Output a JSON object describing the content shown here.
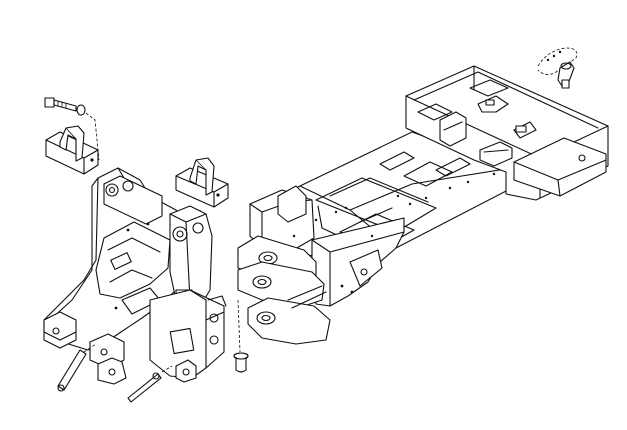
{
  "figure": {
    "kind": "exploded-view line drawing",
    "background": "#ffffff",
    "line_color": "#111111"
  },
  "parts": [
    {
      "id": "bolt",
      "icon": "bolt-icon"
    },
    {
      "id": "upper-bracket-left",
      "icon": "bracket-icon"
    },
    {
      "id": "upper-bracket-right",
      "icon": "bracket-icon"
    },
    {
      "id": "front-frame",
      "icon": "frame-icon"
    },
    {
      "id": "pivot-pin",
      "icon": "pin-icon"
    },
    {
      "id": "cotter-pin",
      "icon": "pin-icon"
    },
    {
      "id": "lower-link",
      "icon": "link-icon"
    },
    {
      "id": "rear-frame",
      "icon": "frame-icon"
    },
    {
      "id": "hose-fitting",
      "icon": "fitting-icon"
    }
  ]
}
